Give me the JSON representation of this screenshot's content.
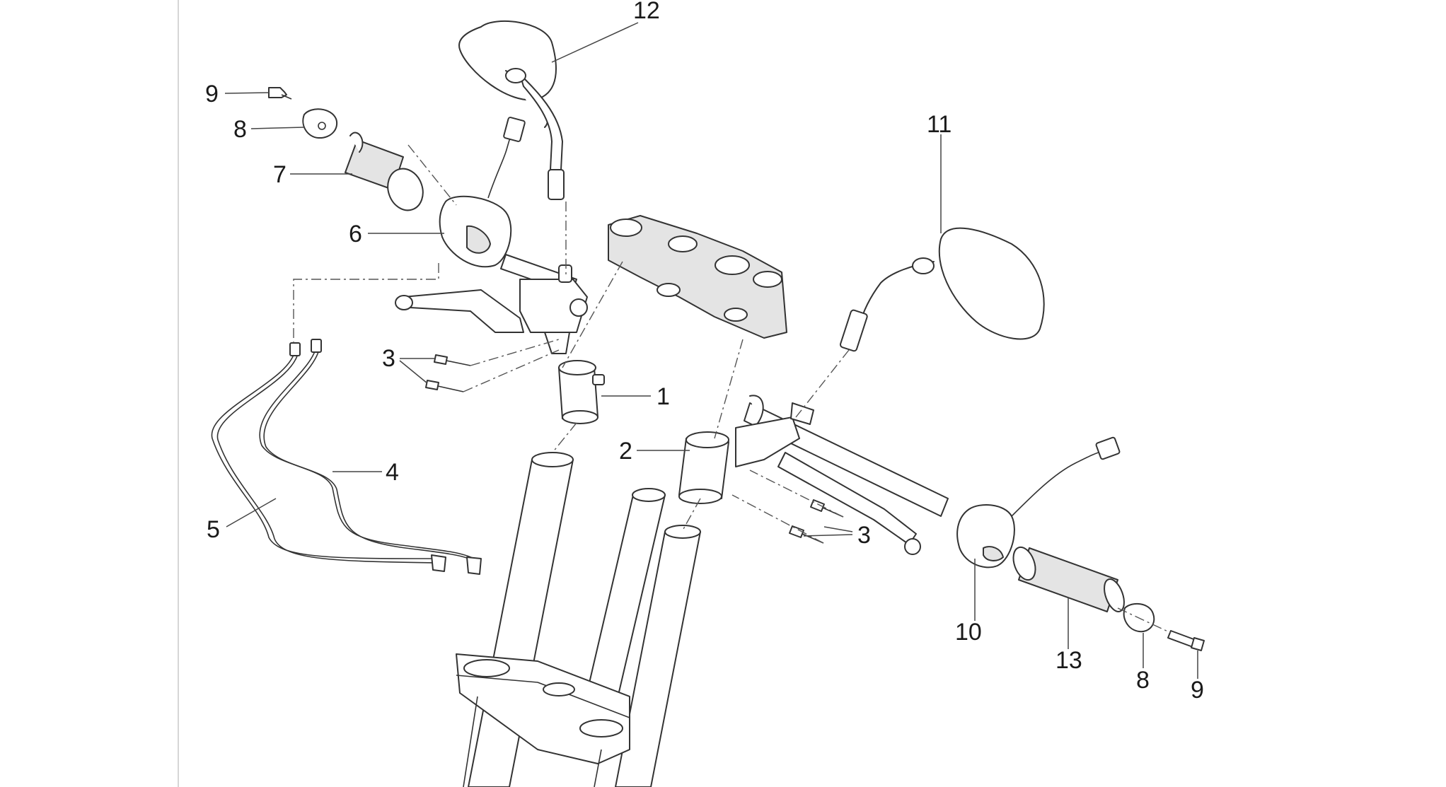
{
  "diagram": {
    "callouts": {
      "mirror_left": "12",
      "mirror_right": "11",
      "screw_left": "9",
      "weight_left": "8",
      "grip_left": "7",
      "switch_left": "6",
      "bolts_left": "3",
      "clamp_left": "1",
      "clamp_right": "2",
      "cable_a": "4",
      "cable_b": "5",
      "bolts_right": "3",
      "switch_right": "10",
      "grip_right": "13",
      "weight_right": "8",
      "screw_right": "9"
    },
    "colors": {
      "line": "#333333",
      "fill": "#ffffff",
      "shade": "#e4e4e4",
      "background": "#ffffff"
    }
  }
}
